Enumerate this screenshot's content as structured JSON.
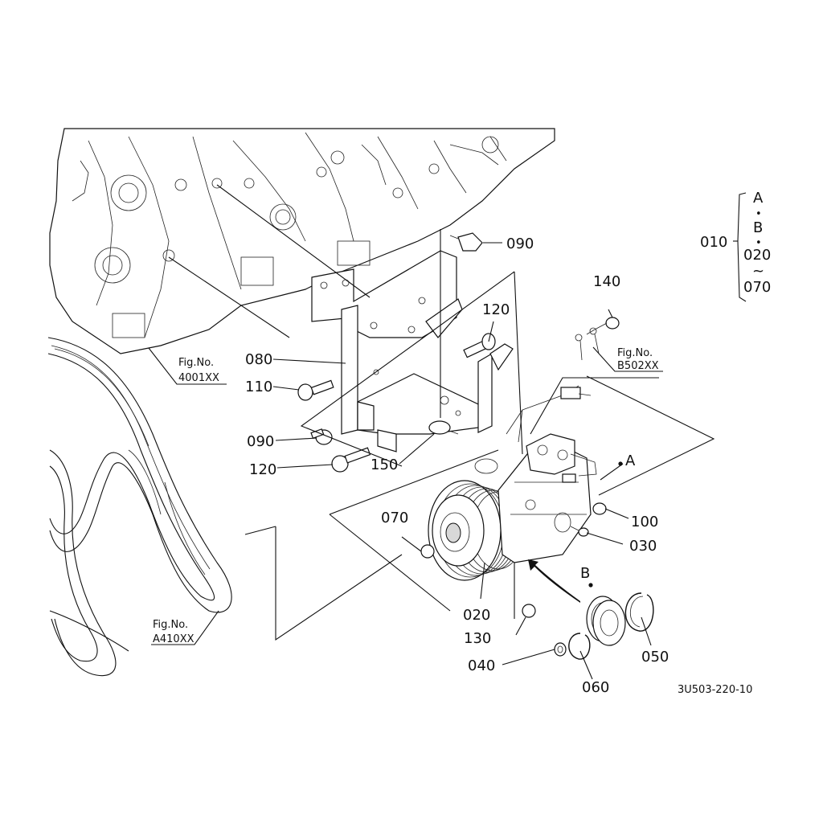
{
  "callouts": {
    "p010": "010",
    "p020": "020",
    "p030": "030",
    "p040": "040",
    "p050": "050",
    "p060": "060",
    "p070": "070",
    "p080": "080",
    "p090a": "090",
    "p090b": "090",
    "p100": "100",
    "p110": "110",
    "p120a": "120",
    "p120b": "120",
    "p130": "130",
    "p140": "140",
    "p150": "150"
  },
  "group_bracket": {
    "a": "A",
    "dot1": "•",
    "b": "B",
    "dot2": "•",
    "from": "020",
    "tilde": "~",
    "to": "070"
  },
  "markers": {
    "a": "A",
    "b": "B"
  },
  "figure_refs": {
    "engine": {
      "label": "Fig.No.",
      "number": "4001XX"
    },
    "belt": {
      "label": "Fig.No.",
      "number": "A410XX"
    },
    "harness": {
      "label": "Fig.No.",
      "number": "B502XX"
    }
  },
  "drawing_code": "3U503-220-10"
}
